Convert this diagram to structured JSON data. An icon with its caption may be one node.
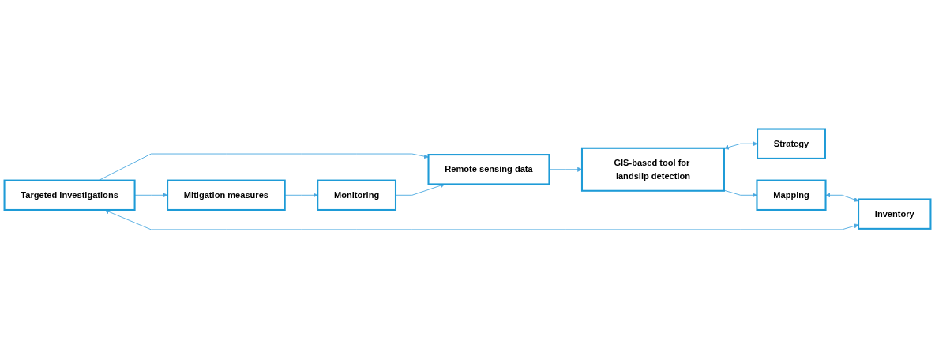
{
  "diagram": {
    "nodes": [
      {
        "text": [
          "Remote sensing data"
        ]
      },
      {
        "text": [
          "GIS-based tool for landslip detection"
        ]
      },
      {
        "text": [
          "Strategy"
        ]
      },
      {
        "text": [
          "Monitoring"
        ]
      },
      {
        "text": [
          "Mapping"
        ]
      },
      {
        "text": [
          "Inventory"
        ]
      },
      {
        "text": [
          "Mitigation measures"
        ]
      },
      {
        "text": [
          "Targeted investigations"
        ]
      }
    ],
    "edges": [
      {
        "from": 0,
        "to": 1,
        "arrow": "to"
      },
      {
        "from": 1,
        "to": 2,
        "arrow": "both"
      },
      {
        "from": 1,
        "to": 4,
        "arrow": "to"
      },
      {
        "from": 4,
        "to": 5,
        "arrow": "both"
      },
      {
        "from": 7,
        "to": 5,
        "arrow": "both"
      },
      {
        "from": 7,
        "to": 6,
        "arrow": "to"
      },
      {
        "from": 6,
        "to": 3,
        "arrow": "to"
      },
      {
        "from": 7,
        "to": 0,
        "arrow": "to"
      },
      {
        "from": 3,
        "to": 0,
        "arrow": "to"
      }
    ]
  }
}
